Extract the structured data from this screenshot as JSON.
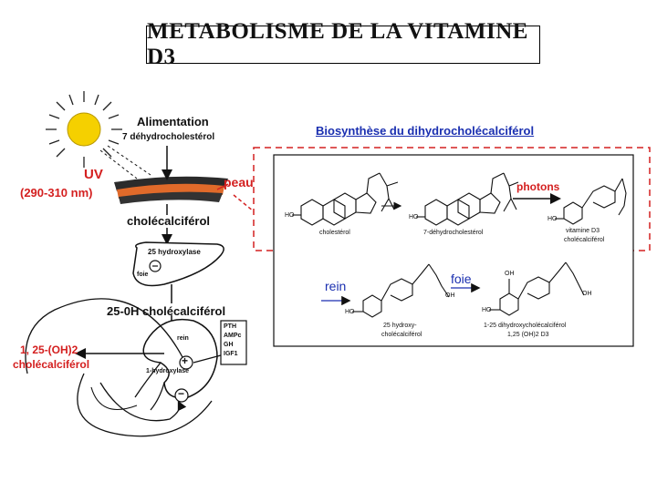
{
  "title": "METABOLISME DE LA VITAMINE D3",
  "left_panel": {
    "alimentation": "Alimentation",
    "dehydro": "7 déhydrocholestérol",
    "uv": "UV",
    "wavelength": "(290-310 nm)",
    "peau": "peau",
    "cholecalciferol": "cholécalciférol",
    "hydroxylase25": "25 hydroxylase",
    "foie_short": "foie",
    "oh25": "25-0H cholécalciférol",
    "oh2_line1": "1, 25-(OH)2",
    "oh2_line2": "cholécalciférol",
    "rein_short": "rein",
    "hydroxylase1": "1-hydroxylase",
    "regulators": [
      "PTH",
      "AMPc",
      "GH",
      "IGF1"
    ],
    "plus": "+",
    "minus": "−"
  },
  "right_panel": {
    "heading": "Biosynthèse du dihydrocholécalciférol",
    "mol1": "cholestérol",
    "mol2": "7-déhydrocholestérol",
    "photons": "photons",
    "mol3_line1": "vitamine D3",
    "mol3_line2": "cholécalciférol",
    "rein": "rein",
    "foie": "foie",
    "mol4_line1": "25 hydroxy-",
    "mol4_line2": "cholécalciférol",
    "mol5_line1": "1-25 dihydroxycholécalciférol",
    "mol5_line2": "1,25 (OH)2 D3",
    "oh_label": "OH",
    "ho_label": "HO"
  },
  "colors": {
    "red": "#d42020",
    "blue": "#1a2fb0",
    "sun": "#f5d000",
    "skin": "#e06a2a"
  }
}
